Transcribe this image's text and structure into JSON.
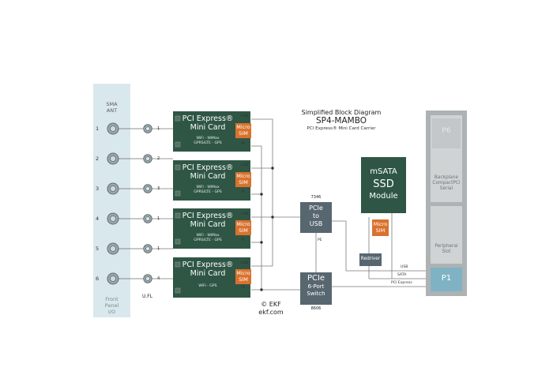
{
  "header": {
    "title": "Simplified Block Diagram",
    "product": "SP4-MAMBO",
    "subtitle": "PCI Express® Mini Card Carrier"
  },
  "front_panel": {
    "label_top_1": "SMA",
    "label_top_2": "ANT",
    "label_bottom_1": "Front",
    "label_bottom_2": "Panel",
    "label_bottom_3": "I/O",
    "sma_numbers": [
      "1",
      "2",
      "3",
      "4",
      "5",
      "6"
    ],
    "ufl_label": "U.FL",
    "ufl_numbers": [
      "1",
      "2",
      "3",
      "1",
      "1",
      "4"
    ]
  },
  "mini_cards": [
    {
      "line1": "PCI Express®",
      "line2": "Mini Card",
      "sub1": "WiFi - WiMax",
      "sub2": "GPRS/LTE - GPS",
      "sim1": "Micro",
      "sim2": "SIM"
    },
    {
      "line1": "PCI Express®",
      "line2": "Mini Card",
      "sub1": "WiFi - WiMax",
      "sub2": "GPRS/LTE - GPS",
      "sim1": "Micro",
      "sim2": "SIM"
    },
    {
      "line1": "PCI Express®",
      "line2": "Mini Card",
      "sub1": "WiFi - WiMax",
      "sub2": "GPRS/LTE - GPS",
      "sim1": "Micro",
      "sim2": "SIM"
    },
    {
      "line1": "PCI Express®",
      "line2": "Mini Card",
      "sub1": "WiFi - GPS",
      "sub2": "",
      "sim1": "Micro",
      "sim2": "SIM"
    }
  ],
  "signals": {
    "usb": "USB",
    "pe": "PE",
    "sata": "SATA",
    "pci_express": "PCI Express"
  },
  "usb_bridge": {
    "part": "7346",
    "line1": "PCIe",
    "line2": "to",
    "line3": "USB"
  },
  "switch": {
    "line1": "PCIe",
    "line2": "6-Port",
    "line3": "Switch",
    "part": "8606"
  },
  "msata": {
    "line1": "mSATA",
    "line2": "SSD",
    "line3": "Module",
    "sim1": "Micro",
    "sim2": "SIM"
  },
  "redriver": {
    "label": "Redriver"
  },
  "backplane": {
    "p6": "P6",
    "backplane_1": "Backplane",
    "backplane_2": "CompactPCI",
    "backplane_3": "Serial",
    "peripheral_1": "Peripheral",
    "peripheral_2": "Slot",
    "p1": "P1"
  },
  "footer": {
    "copyright": "© EKF",
    "site": "ekf.com"
  },
  "colors": {
    "card_green": "#2f5645",
    "sim_orange": "#d9722e",
    "chip_gray": "#586670",
    "panel_blue": "#d9e8ec",
    "slot_gray": "#adb2b4",
    "p1_blue": "#7fb3c3"
  }
}
